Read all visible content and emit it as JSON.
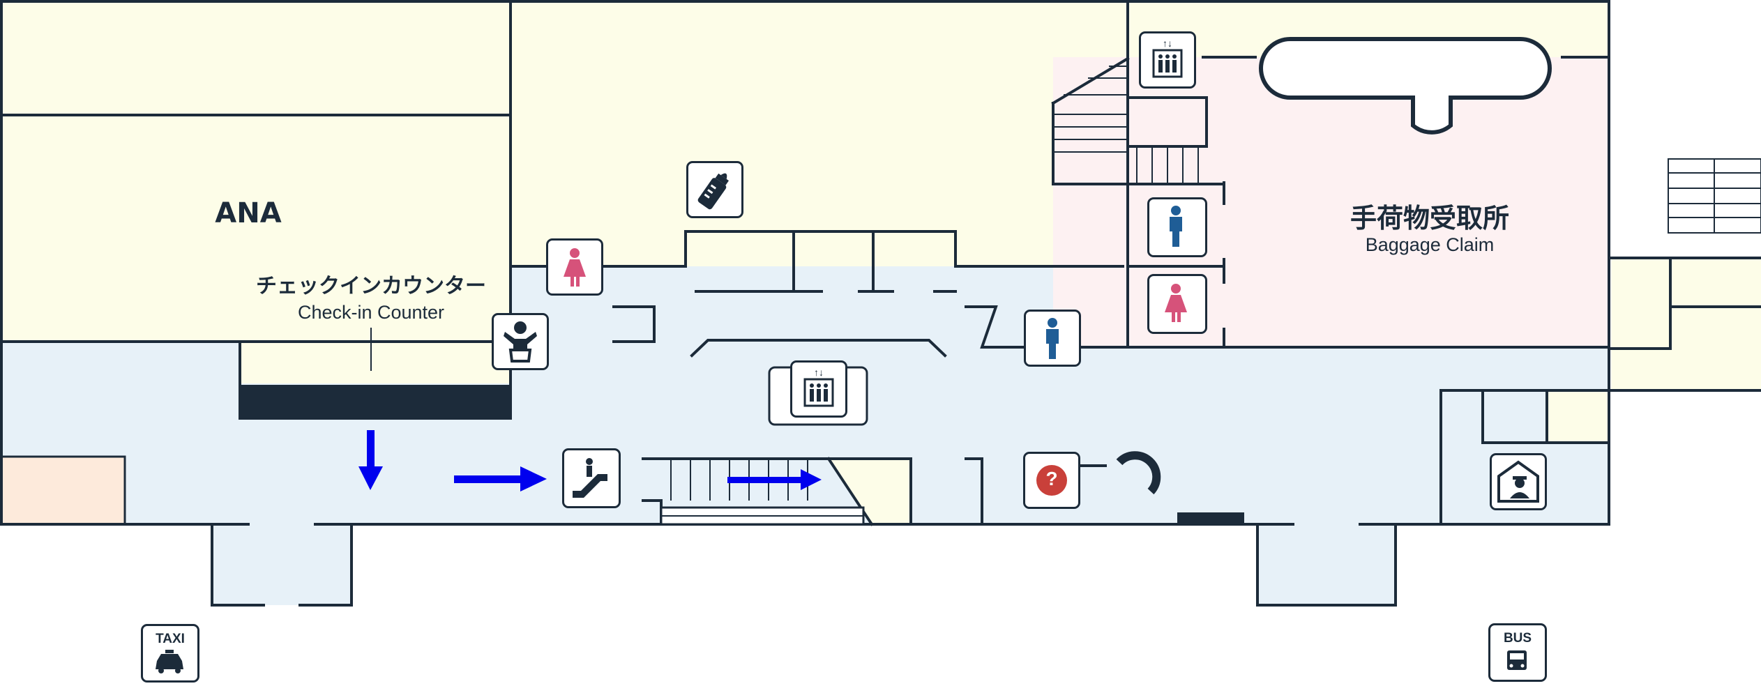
{
  "labels": {
    "ana": "ANA",
    "checkin_ja": "チェックインカウンター",
    "checkin_en": "Check-in Counter",
    "baggage_ja": "手荷物受取所",
    "baggage_en": "Baggage Claim"
  },
  "signs": {
    "taxi": "TAXI",
    "bus": "BUS",
    "info": "?",
    "elevator_arrows": "↑↓"
  },
  "colors": {
    "wall": "#1c2b3a",
    "floor_public": "#e7f1f8",
    "floor_shop": "#fdfde8",
    "floor_baggage": "#fdf1f2",
    "floor_orange": "#fdeadb",
    "arrow": "#0000ee",
    "women_icon": "#d6527a",
    "men_icon": "#1f5d96",
    "info_icon": "#c9403a"
  }
}
